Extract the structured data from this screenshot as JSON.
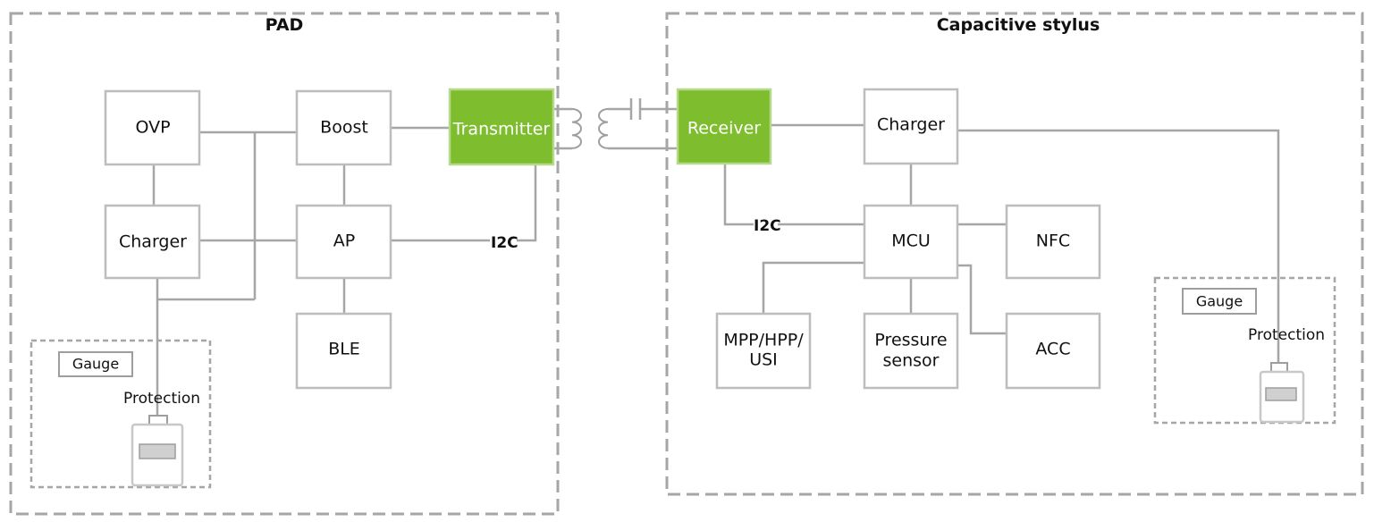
{
  "pad": {
    "title": "PAD",
    "blocks": {
      "ovp": "OVP",
      "boost": "Boost",
      "transmitter": "Transmitter",
      "charger": "Charger",
      "ap": "AP",
      "ble": "BLE"
    },
    "bus_label": "I2C",
    "gauge_label": "Gauge",
    "protection_label": "Protection"
  },
  "stylus": {
    "title": "Capacitive stylus",
    "blocks": {
      "receiver": "Receiver",
      "charger": "Charger",
      "mcu": "MCU",
      "nfc": "NFC",
      "mpp_line1": "MPP/HPP/",
      "mpp_line2": "USI",
      "pressure_line1": "Pressure",
      "pressure_line2": "sensor",
      "acc": "ACC"
    },
    "bus_label": "I2C",
    "gauge_label": "Gauge",
    "protection_label": "Protection"
  },
  "colors": {
    "accent_green": "#7ebe2e",
    "line_gray": "#a6a6a6",
    "box_border": "#bdbdbd"
  }
}
